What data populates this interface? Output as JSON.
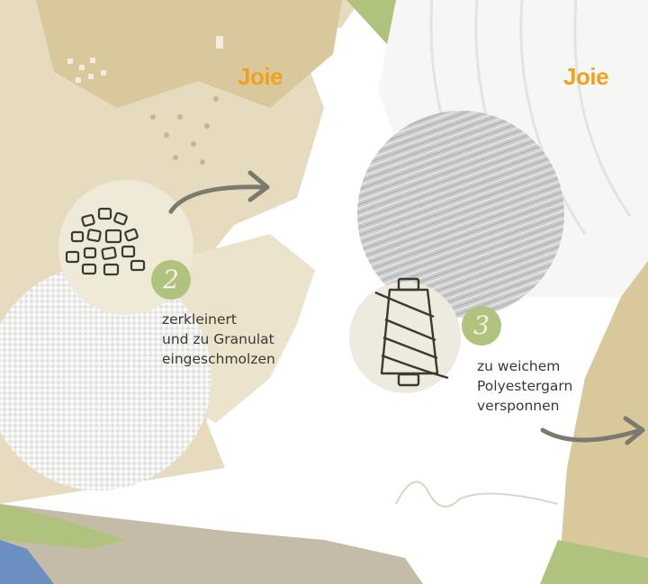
{
  "brand": {
    "logo_text": "Joie",
    "logo_color": "#f0a21e"
  },
  "steps": [
    {
      "number": "2",
      "icon": "granulate-icon",
      "lines": [
        "zerkleinert",
        "und zu Granulat",
        "eingeschmolzen"
      ]
    },
    {
      "number": "3",
      "icon": "thread-spool-icon",
      "lines": [
        "zu weichem",
        "Polyestergarn",
        "versponnen"
      ]
    }
  ],
  "colors": {
    "beige": "#e6dbbf",
    "tan": "#d8c89c",
    "green": "#b0c37e",
    "text": "#3b3a2f"
  }
}
